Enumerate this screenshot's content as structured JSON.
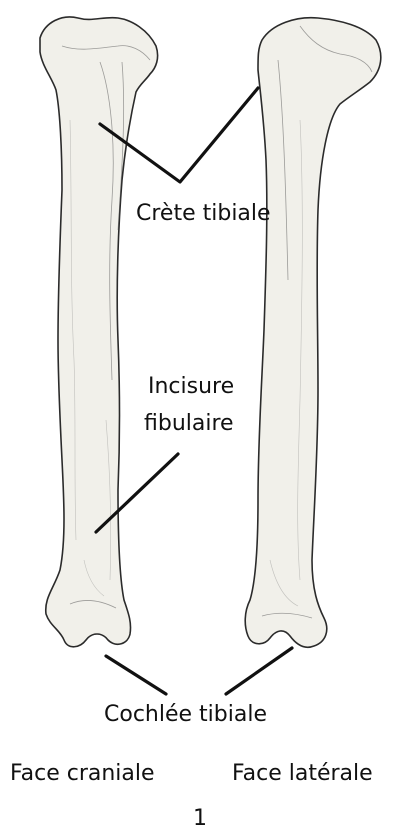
{
  "labels": {
    "crete_tibiale": "Crète tibiale",
    "incisure_line1": "Incisure",
    "incisure_line2": "fibulaire",
    "cochlee_tibiale": "Cochlée tibiale",
    "face_craniale": "Face craniale",
    "face_laterale": "Face latérale",
    "figure_number": "1"
  },
  "colors": {
    "bone_fill": "#f1f0ea",
    "outline": "#2b2b2b",
    "leader_line": "#111111",
    "background": "#ffffff"
  }
}
